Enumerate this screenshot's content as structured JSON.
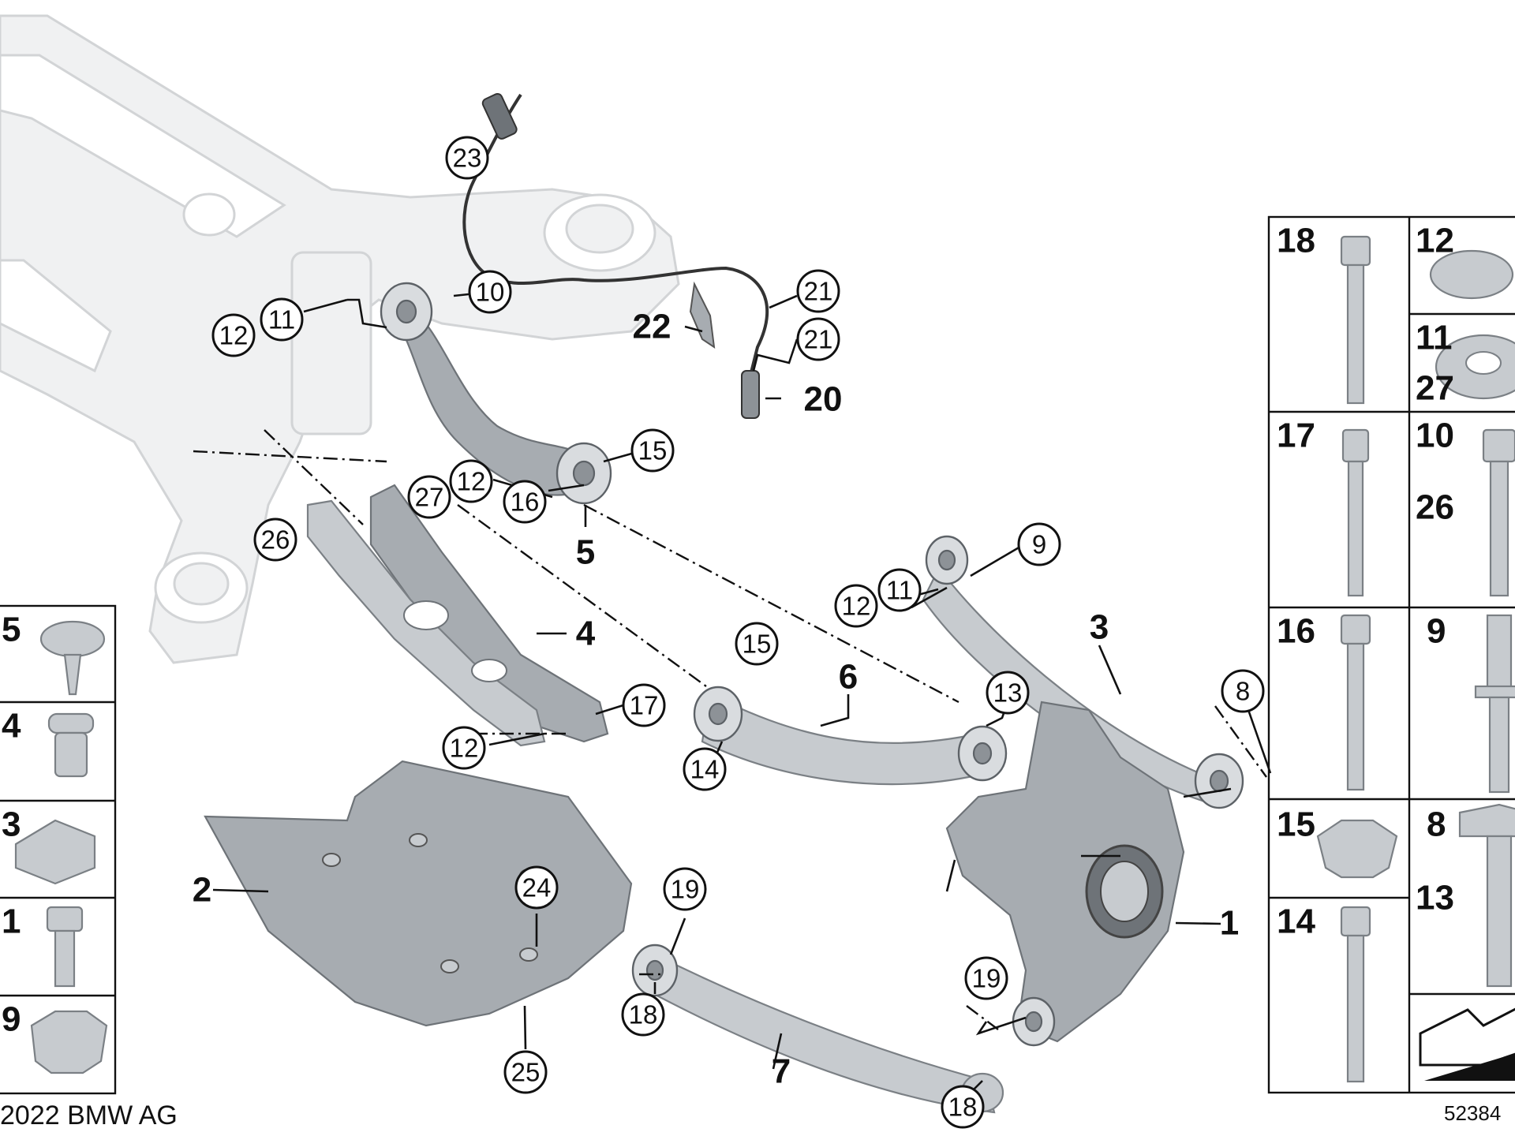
{
  "callouts": {
    "c23": "23",
    "c10": "10",
    "c11a": "11",
    "c12a": "12",
    "c21a": "21",
    "c21b": "21",
    "c15a": "15",
    "c12b": "12",
    "c27": "27",
    "c16": "16",
    "c26": "26",
    "c9": "9",
    "c11b": "11",
    "c12c": "12",
    "c15b": "15",
    "c13": "13",
    "c8": "8",
    "c17": "17",
    "c12d": "12",
    "c14": "14",
    "c19a": "19",
    "c24": "24",
    "c18a": "18",
    "c19b": "19",
    "c25": "25",
    "c18b": "18"
  },
  "labels": {
    "l22": "22",
    "l20": "20",
    "l5": "5",
    "l4": "4",
    "l3": "3",
    "l6": "6",
    "l1": "1",
    "l2": "2",
    "l7": "7"
  },
  "right_table": {
    "r1a": "18",
    "r1b": "12",
    "r2a": "11",
    "r2b": "27",
    "r3a": "17",
    "r3b": "10",
    "r3c": "26",
    "r4a": "16",
    "r4b": "9",
    "r5a": "15",
    "r5b": "8",
    "r5c": "13",
    "r6a": "14"
  },
  "left_table": {
    "row1": "5",
    "row2": "4",
    "row3": "3",
    "row4": "1",
    "row5": "9"
  },
  "footer": {
    "copyright": "2022 BMW AG",
    "doc_id": "52384"
  }
}
